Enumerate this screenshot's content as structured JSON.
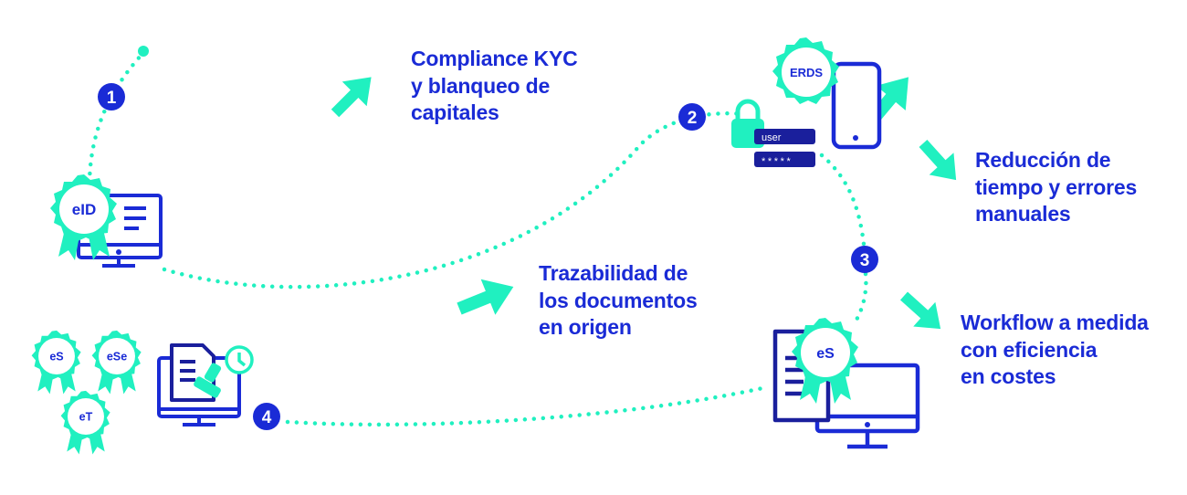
{
  "steps": [
    "1",
    "2",
    "3",
    "4"
  ],
  "badges": {
    "eid": "eID",
    "erds": "ERDS",
    "es_main": "eS",
    "es_small": "eS",
    "ese": "eSe",
    "et": "eT"
  },
  "login": {
    "user_label": "user",
    "password_mask": "*****"
  },
  "benefits": {
    "kyc": [
      "Compliance KYC",
      "y blanqueo de",
      "capitales"
    ],
    "reduccion": [
      "Reducción de",
      "tiempo y errores",
      "manuales"
    ],
    "trazabilidad": [
      "Trazabilidad de",
      "los documentos",
      "en origen"
    ],
    "workflow": [
      "Workflow a medida",
      "con eficiencia",
      "en costes"
    ]
  },
  "colors": {
    "navy": "#1a1f9c",
    "blue": "#1a2bd6",
    "mint": "#20f0c0",
    "badge_bg": "#ffffff"
  }
}
